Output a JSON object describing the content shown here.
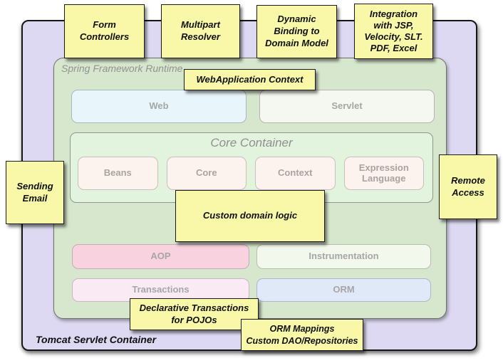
{
  "diagram": {
    "outer_container": {
      "label": "Tomcat Servlet Container"
    },
    "runtime_container": {
      "label": "Spring Framework Runtime"
    },
    "layers": {
      "web": "Web",
      "servlet": "Servlet",
      "core_container_title": "Core Container",
      "beans": "Beans",
      "core": "Core",
      "context": "Context",
      "expression_language": "Expression\nLanguage",
      "aop": "AOP",
      "instrumentation": "Instrumentation",
      "transactions": "Transactions",
      "orm": "ORM"
    },
    "notes": {
      "form_controllers": "Form\nControllers",
      "multipart_resolver": "Multipart\nResolver",
      "dynamic_binding": "Dynamic\nBinding to\nDomain Model",
      "integration": "Integration\nwith JSP,\nVelocity, SLT.\nPDF, Excel",
      "webapplication_context": "WebApplication Context",
      "sending_email": "Sending\nEmail",
      "remote_access": "Remote\nAccess",
      "custom_domain_logic": "Custom domain logic",
      "declarative_transactions": "Declarative Transactions\nfor POJOs",
      "orm_mappings": "ORM Mappings\nCustom DAO/Repositories"
    },
    "colors": {
      "note_bg": "#f8f8a8",
      "outer_bg": "#ded9f2",
      "runtime_bg": "#d6e7cd",
      "core_panel_bg": "#e2f3de",
      "web_bg": "#e8f5fb",
      "servlet_bg": "#f5f8f0",
      "module_bg": "#fcf3ee",
      "aop_bg": "#f8d2de",
      "instrumentation_bg": "#f3f8ed",
      "transactions_bg": "#faeaf4",
      "orm_bg": "#e0e9f8"
    }
  }
}
